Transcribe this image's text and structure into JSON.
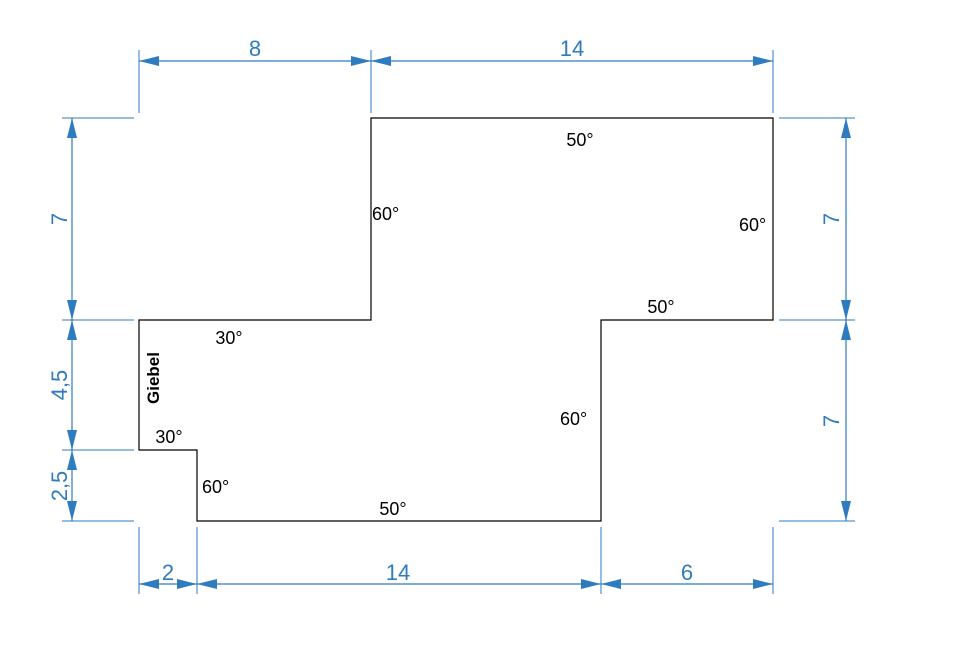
{
  "colors": {
    "dimension": "#2e7bbf",
    "outline": "#000000",
    "background": "#ffffff"
  },
  "dimensions": {
    "top_left": "8",
    "top_right": "14",
    "left_upper": "7",
    "left_middle": "4,5",
    "left_lower": "2,5",
    "right_upper": "7",
    "right_lower": "7",
    "bottom_left": "2",
    "bottom_middle": "14",
    "bottom_right": "6"
  },
  "angles": {
    "top_edge": "50°",
    "upper_left_vertical": "60°",
    "right_edge": "60°",
    "upper_step": "50°",
    "left_step": "30°",
    "small_step": "30°",
    "lower_left_vertical": "60°",
    "middle_vertical": "60°",
    "bottom_edge": "50°"
  },
  "gable_label": "Giebel"
}
